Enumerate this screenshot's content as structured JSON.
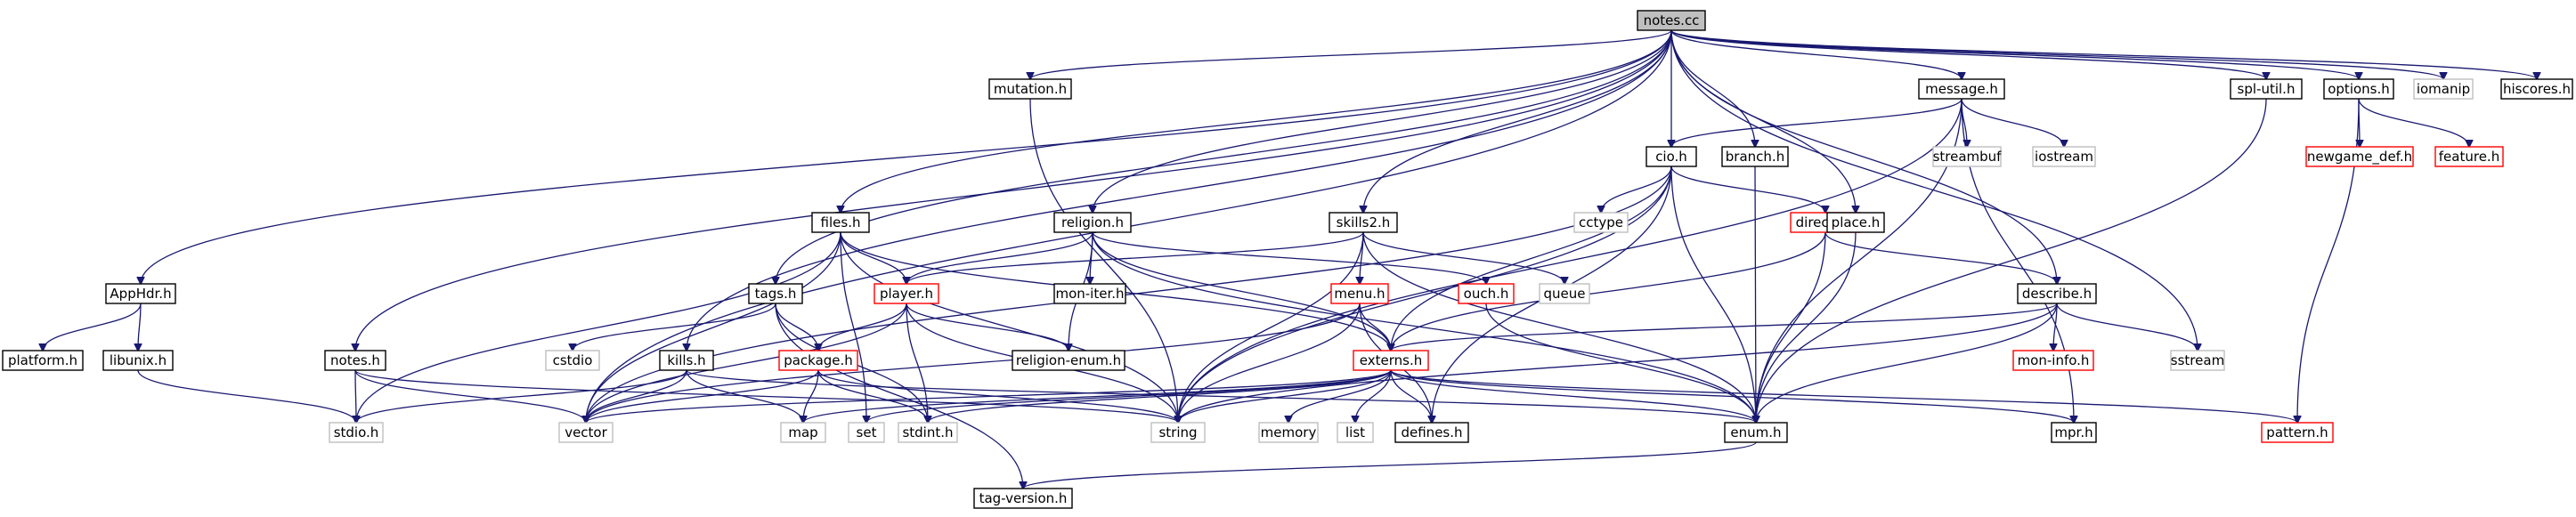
{
  "colors": {
    "edge": "#191970",
    "normal_border": "#000000",
    "red_border": "#ff0000",
    "gray_border": "#bfbfbf",
    "root_fill": "#bfbfbf"
  },
  "nodes": [
    {
      "id": "notes_cc",
      "label": "notes.cc",
      "kind": "root"
    },
    {
      "id": "apphdr",
      "label": "AppHdr.h",
      "kind": "normal"
    },
    {
      "id": "platform",
      "label": "platform.h",
      "kind": "normal"
    },
    {
      "id": "libunix",
      "label": "libunix.h",
      "kind": "normal"
    },
    {
      "id": "notes_h",
      "label": "notes.h",
      "kind": "normal"
    },
    {
      "id": "stdio",
      "label": "stdio.h",
      "kind": "gray"
    },
    {
      "id": "vector",
      "label": "vector",
      "kind": "gray"
    },
    {
      "id": "kills",
      "label": "kills.h",
      "kind": "normal"
    },
    {
      "id": "tags",
      "label": "tags.h",
      "kind": "normal"
    },
    {
      "id": "cstdio",
      "label": "cstdio",
      "kind": "gray"
    },
    {
      "id": "files",
      "label": "files.h",
      "kind": "normal"
    },
    {
      "id": "player",
      "label": "player.h",
      "kind": "red"
    },
    {
      "id": "package",
      "label": "package.h",
      "kind": "red"
    },
    {
      "id": "map",
      "label": "map",
      "kind": "gray"
    },
    {
      "id": "set",
      "label": "set",
      "kind": "gray"
    },
    {
      "id": "stdint",
      "label": "stdint.h",
      "kind": "gray"
    },
    {
      "id": "string",
      "label": "string",
      "kind": "gray"
    },
    {
      "id": "mutation",
      "label": "mutation.h",
      "kind": "normal"
    },
    {
      "id": "religion",
      "label": "religion.h",
      "kind": "normal"
    },
    {
      "id": "moniter",
      "label": "mon-iter.h",
      "kind": "normal"
    },
    {
      "id": "relenum",
      "label": "religion-enum.h",
      "kind": "normal"
    },
    {
      "id": "skills2",
      "label": "skills2.h",
      "kind": "normal"
    },
    {
      "id": "menu",
      "label": "menu.h",
      "kind": "red"
    },
    {
      "id": "externs",
      "label": "externs.h",
      "kind": "red"
    },
    {
      "id": "memory",
      "label": "memory",
      "kind": "gray"
    },
    {
      "id": "list",
      "label": "list",
      "kind": "gray"
    },
    {
      "id": "defines",
      "label": "defines.h",
      "kind": "normal"
    },
    {
      "id": "ouch",
      "label": "ouch.h",
      "kind": "red"
    },
    {
      "id": "queue",
      "label": "queue",
      "kind": "gray"
    },
    {
      "id": "cio",
      "label": "cio.h",
      "kind": "normal"
    },
    {
      "id": "cctype",
      "label": "cctype",
      "kind": "gray"
    },
    {
      "id": "directn",
      "label": "directn.h",
      "kind": "red"
    },
    {
      "id": "enum",
      "label": "enum.h",
      "kind": "normal"
    },
    {
      "id": "tagversion",
      "label": "tag-version.h",
      "kind": "normal"
    },
    {
      "id": "branch",
      "label": "branch.h",
      "kind": "normal"
    },
    {
      "id": "message",
      "label": "message.h",
      "kind": "normal"
    },
    {
      "id": "streambuf",
      "label": "streambuf",
      "kind": "gray"
    },
    {
      "id": "iostream",
      "label": "iostream",
      "kind": "gray"
    },
    {
      "id": "place",
      "label": "place.h",
      "kind": "normal"
    },
    {
      "id": "describe",
      "label": "describe.h",
      "kind": "normal"
    },
    {
      "id": "moninfo",
      "label": "mon-info.h",
      "kind": "red"
    },
    {
      "id": "sstream",
      "label": "sstream",
      "kind": "gray"
    },
    {
      "id": "mpr",
      "label": "mpr.h",
      "kind": "normal"
    },
    {
      "id": "pattern",
      "label": "pattern.h",
      "kind": "red"
    },
    {
      "id": "splutil",
      "label": "spl-util.h",
      "kind": "normal"
    },
    {
      "id": "options",
      "label": "options.h",
      "kind": "normal"
    },
    {
      "id": "newgame",
      "label": "newgame_def.h",
      "kind": "red"
    },
    {
      "id": "feature",
      "label": "feature.h",
      "kind": "red"
    },
    {
      "id": "iomanip",
      "label": "iomanip",
      "kind": "gray"
    },
    {
      "id": "hiscores",
      "label": "hiscores.h",
      "kind": "normal"
    }
  ]
}
